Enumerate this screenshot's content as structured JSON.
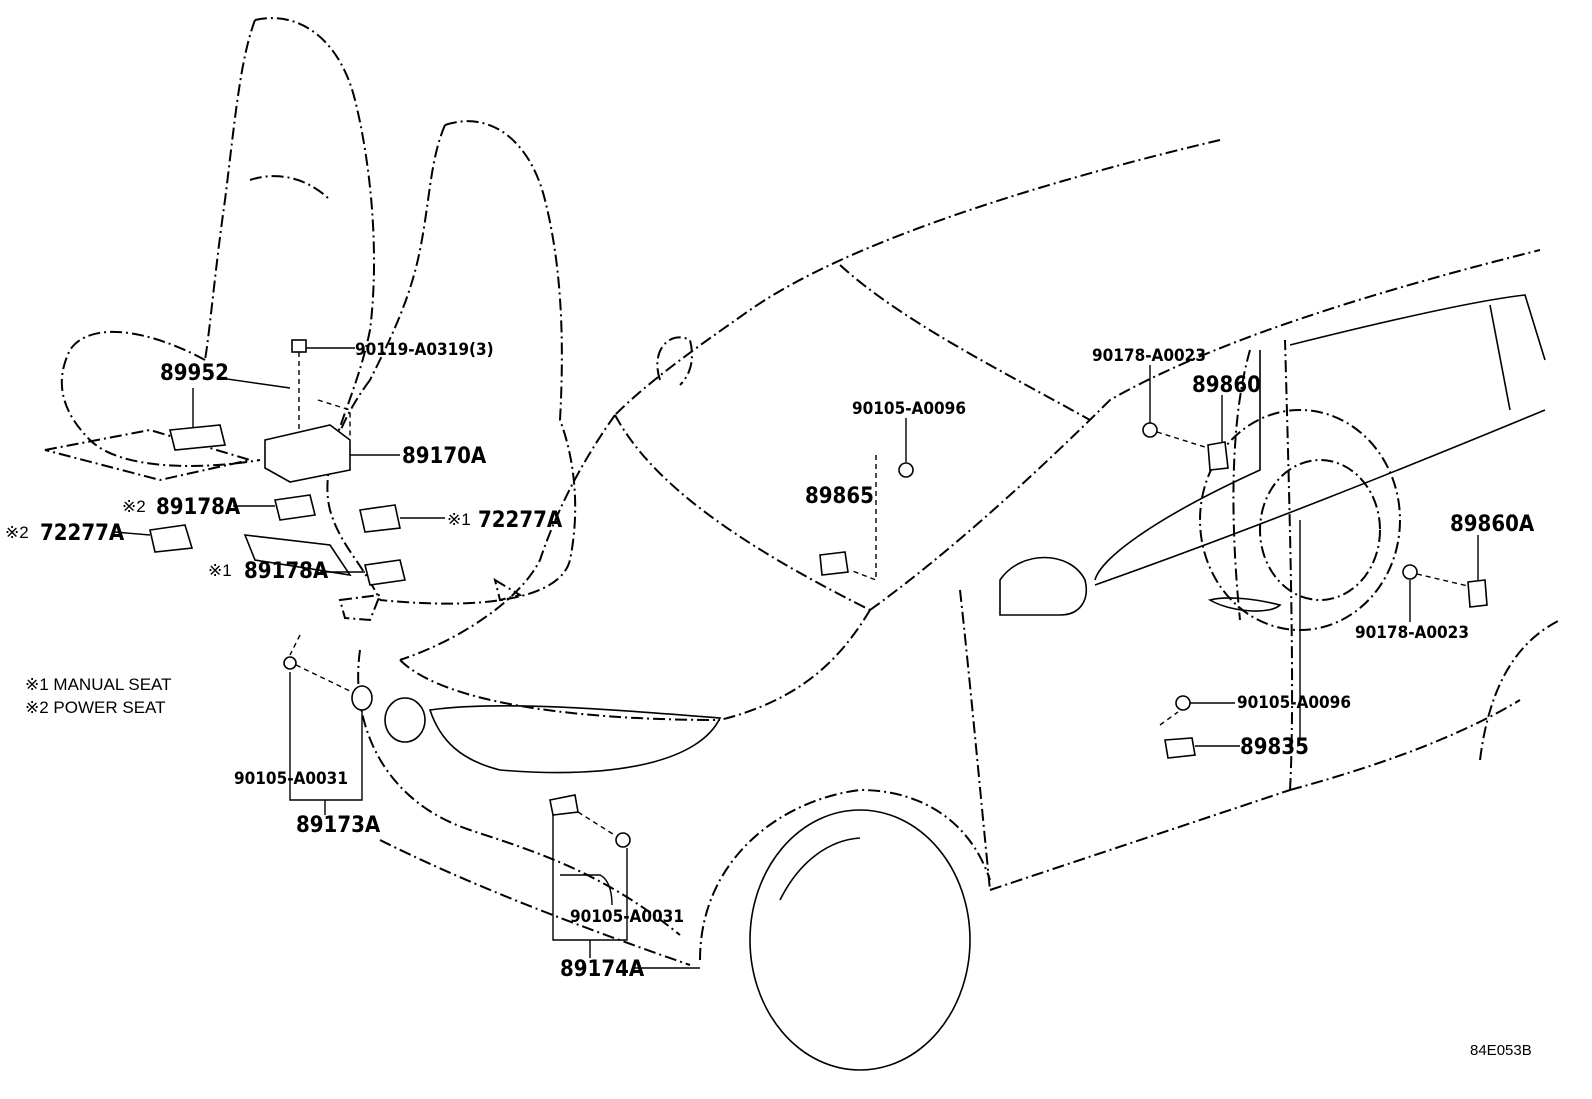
{
  "labels": {
    "p90119": "90119-A0319(3)",
    "p89952": "89952",
    "p89170A": "89170A",
    "p89178A_2": "89178A",
    "p72277A_2": "72277A",
    "p72277A_1": "72277A",
    "p89178A_1": "89178A",
    "p90105_A0096_top": "90105-A0096",
    "p89865": "89865",
    "p90178_top": "90178-A0023",
    "p89860": "89860",
    "p89860A": "89860A",
    "p90178_right": "90178-A0023",
    "p90105_A0096_mid": "90105-A0096",
    "p89835": "89835",
    "p90105_A0031_left": "90105-A0031",
    "p89173A": "89173A",
    "p90105_A0031_mid": "90105-A0031",
    "p89174A": "89174A"
  },
  "marks": {
    "m1": "※1",
    "m2": "※2"
  },
  "legend": {
    "line1": "※1 MANUAL SEAT",
    "line2": "※2 POWER SEAT"
  },
  "diagram_code": "84E053B"
}
